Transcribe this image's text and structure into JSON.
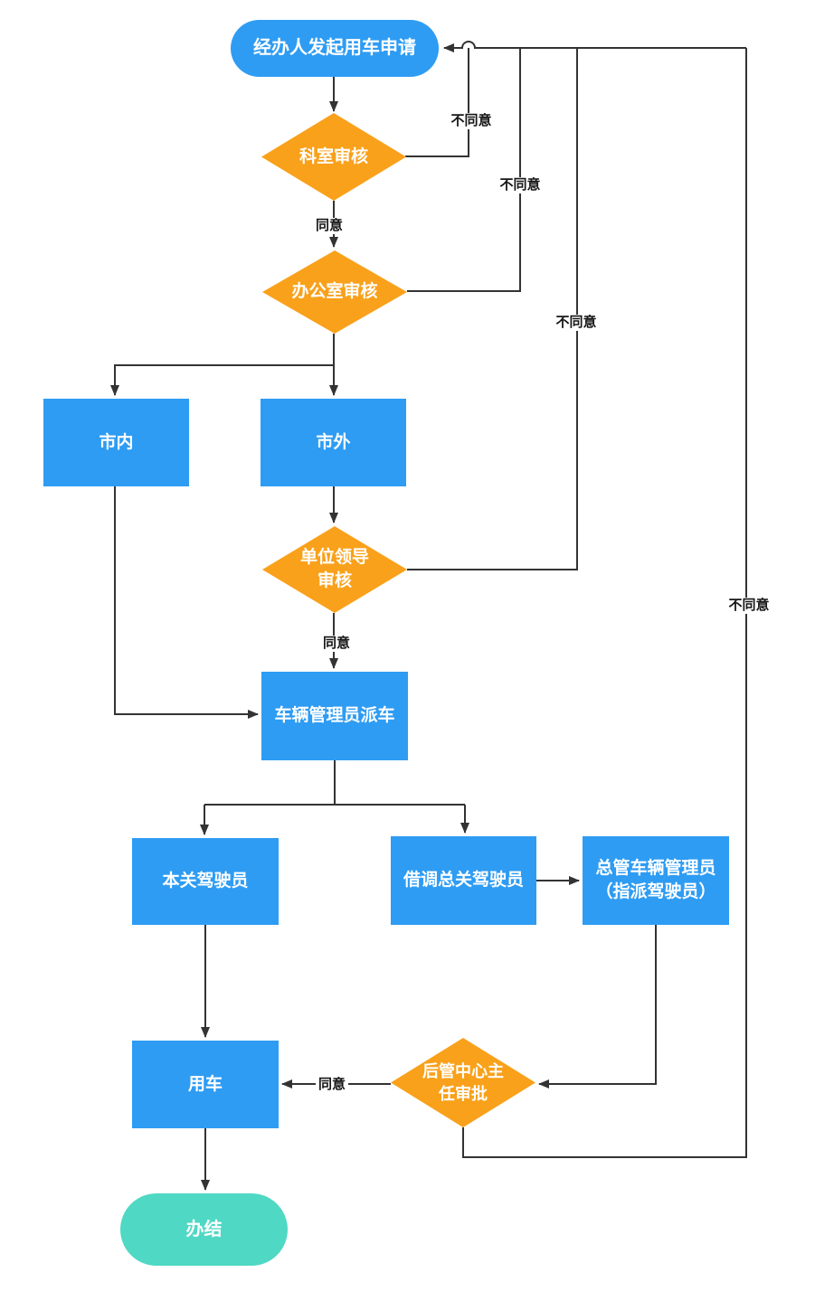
{
  "diagram": {
    "type": "flowchart",
    "colors": {
      "process_fill": "#2e9cf3",
      "decision_fill": "#f9a11b",
      "end_fill": "#4fd8c4",
      "edge_stroke": "#333333",
      "node_text": "#ffffff",
      "label_text": "#161616"
    },
    "nodes": [
      {
        "id": "start",
        "type": "terminator",
        "label": "经办人发起用车申请"
      },
      {
        "id": "dept-review",
        "type": "decision",
        "label": "科室审核"
      },
      {
        "id": "office-review",
        "type": "decision",
        "label": "办公室审核"
      },
      {
        "id": "in-city",
        "type": "process",
        "label": "市内"
      },
      {
        "id": "out-city",
        "type": "process",
        "label": "市外"
      },
      {
        "id": "leader-review",
        "type": "decision",
        "label": "单位领导审核"
      },
      {
        "id": "dispatch",
        "type": "process",
        "label": "车辆管理员派车"
      },
      {
        "id": "own-driver",
        "type": "process",
        "label": "本关驾驶员"
      },
      {
        "id": "borrow-driver",
        "type": "process",
        "label": "借调总关驾驶员"
      },
      {
        "id": "chief-manager",
        "type": "process",
        "label": "总管车辆管理员（指派驾驶员）"
      },
      {
        "id": "center-director-approval",
        "type": "decision",
        "label": "后管中心主任审批"
      },
      {
        "id": "use-car",
        "type": "process",
        "label": "用车"
      },
      {
        "id": "end",
        "type": "terminator",
        "label": "办结"
      }
    ],
    "edge_labels": [
      {
        "edge": "dept-review-to-office-review",
        "text": "同意"
      },
      {
        "edge": "dept-review-to-start",
        "text": "不同意"
      },
      {
        "edge": "office-review-to-start",
        "text": "不同意"
      },
      {
        "edge": "leader-review-to-start",
        "text": "不同意"
      },
      {
        "edge": "leader-review-to-dispatch",
        "text": "同意"
      },
      {
        "edge": "center-director-to-start",
        "text": "不同意"
      },
      {
        "edge": "center-director-to-use-car",
        "text": "同意"
      }
    ]
  }
}
